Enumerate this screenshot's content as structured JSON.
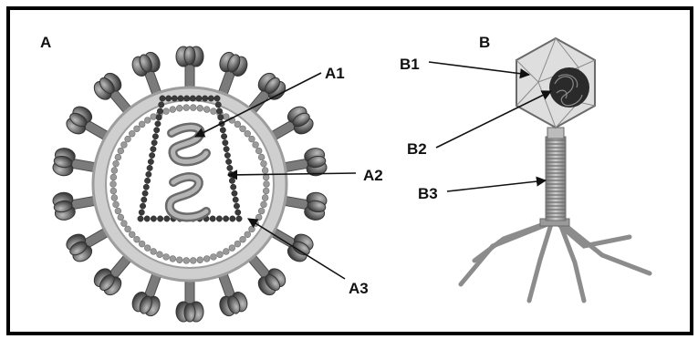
{
  "panels": {
    "a": {
      "letter": "A"
    },
    "b": {
      "letter": "B"
    }
  },
  "labels": {
    "a1": "A1",
    "a2": "A2",
    "a3": "A3",
    "b1": "B1",
    "b2": "B2",
    "b3": "B3"
  },
  "colors": {
    "border": "#000000",
    "envelope": "#c8c8c8",
    "capsid_ring": "#9a9a9a",
    "dark_beads": "#3a3a3a",
    "spike": "#6e6e6e",
    "rna": "#8a8a8a",
    "phage_head": "#dcdcdc",
    "phage_dna": "#1e1e1e",
    "tail": "#a8a8a8"
  }
}
